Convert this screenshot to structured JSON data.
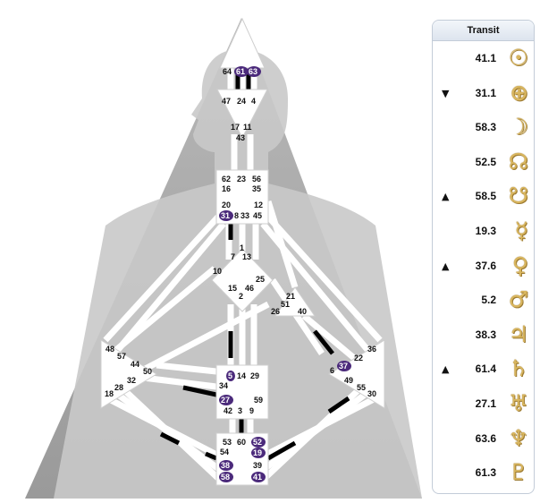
{
  "gates": {
    "head": [
      "64",
      "61",
      "63"
    ],
    "ajna_top": [
      "47",
      "24",
      "4"
    ],
    "ajna_mid": [
      "17",
      "11"
    ],
    "ajna_low": [
      "43"
    ],
    "throat": [
      "62",
      "23",
      "56",
      "16",
      "35",
      "20",
      "31",
      "8",
      "33",
      "45",
      "12"
    ],
    "g": [
      "1",
      "7",
      "13",
      "10",
      "25",
      "15",
      "46",
      "2"
    ],
    "ego": [
      "21",
      "51",
      "26",
      "40"
    ],
    "spleen": [
      "48",
      "57",
      "44",
      "50",
      "32",
      "28",
      "18"
    ],
    "sacral": [
      "5",
      "14",
      "29",
      "34",
      "27",
      "59",
      "42",
      "3",
      "9"
    ],
    "solar": [
      "36",
      "22",
      "37",
      "6",
      "49",
      "55",
      "30"
    ],
    "root": [
      "53",
      "60",
      "52",
      "54",
      "19",
      "38",
      "39",
      "58",
      "41"
    ]
  },
  "highlighted_gates": [
    "61",
    "63",
    "31",
    "5",
    "27",
    "37",
    "52",
    "19",
    "38",
    "58",
    "41"
  ],
  "transit": {
    "title": "Transit",
    "rows": [
      {
        "value": "41.1",
        "arrow": "",
        "planet": "sun",
        "symbol": "☉"
      },
      {
        "value": "31.1",
        "arrow": "▼",
        "planet": "earth",
        "symbol": "⊕"
      },
      {
        "value": "58.3",
        "arrow": "",
        "planet": "moon",
        "symbol": "☽"
      },
      {
        "value": "52.5",
        "arrow": "",
        "planet": "north-node",
        "symbol": "☊"
      },
      {
        "value": "58.5",
        "arrow": "▲",
        "planet": "south-node",
        "symbol": "☋"
      },
      {
        "value": "19.3",
        "arrow": "",
        "planet": "mercury",
        "symbol": "☿"
      },
      {
        "value": "37.6",
        "arrow": "▲",
        "planet": "venus",
        "symbol": "♀"
      },
      {
        "value": "5.2",
        "arrow": "",
        "planet": "mars",
        "symbol": "♂"
      },
      {
        "value": "38.3",
        "arrow": "",
        "planet": "jupiter",
        "symbol": "♃"
      },
      {
        "value": "61.4",
        "arrow": "▲",
        "planet": "saturn",
        "symbol": "♄"
      },
      {
        "value": "27.1",
        "arrow": "",
        "planet": "uranus",
        "symbol": "♅"
      },
      {
        "value": "63.6",
        "arrow": "",
        "planet": "neptune",
        "symbol": "♆"
      },
      {
        "value": "61.3",
        "arrow": "",
        "planet": "pluto",
        "symbol": "♇"
      }
    ]
  },
  "colors": {
    "highlight": "#4b2a7b",
    "channel": "#ffffff",
    "active_channel": "#000000",
    "triangle": "#a9a9a9",
    "silhouette": "#c9c9c9",
    "symbol": "#d9b65f"
  }
}
